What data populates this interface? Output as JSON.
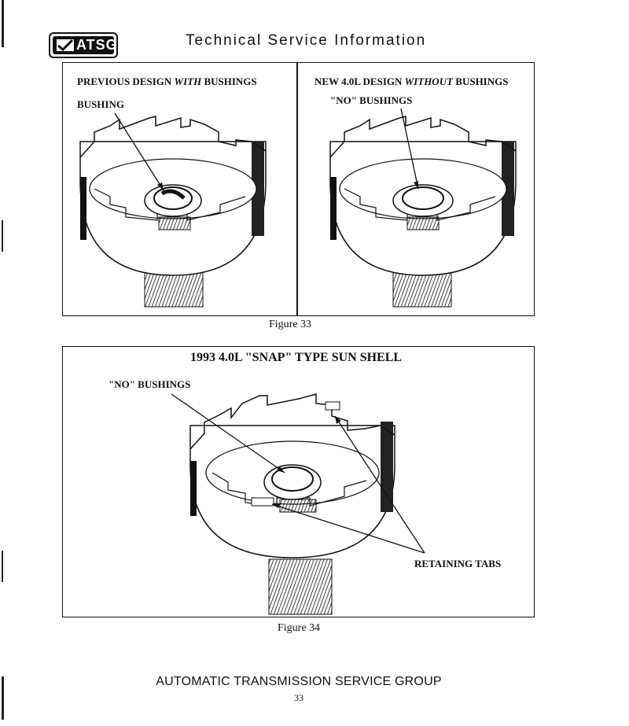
{
  "header": {
    "logo_text": "ATSG",
    "title": "Technical Service Information"
  },
  "figure33": {
    "left_title_pre": "PREVIOUS DESIGN ",
    "left_title_em": "WITH",
    "left_title_post": " BUSHINGS",
    "left_callout": "BUSHING",
    "right_title_pre": "NEW 4.0L DESIGN ",
    "right_title_em": "WITHOUT",
    "right_title_post": " BUSHINGS",
    "right_callout": "\"NO\" BUSHINGS",
    "caption": "Figure 33"
  },
  "figure34": {
    "title": "1993  4.0L \"SNAP\" TYPE SUN SHELL",
    "callout_bushings": "\"NO\" BUSHINGS",
    "callout_tabs": "RETAINING TABS",
    "caption": "Figure 34"
  },
  "footer": {
    "org": "AUTOMATIC TRANSMISSION SERVICE GROUP",
    "page": "33"
  }
}
